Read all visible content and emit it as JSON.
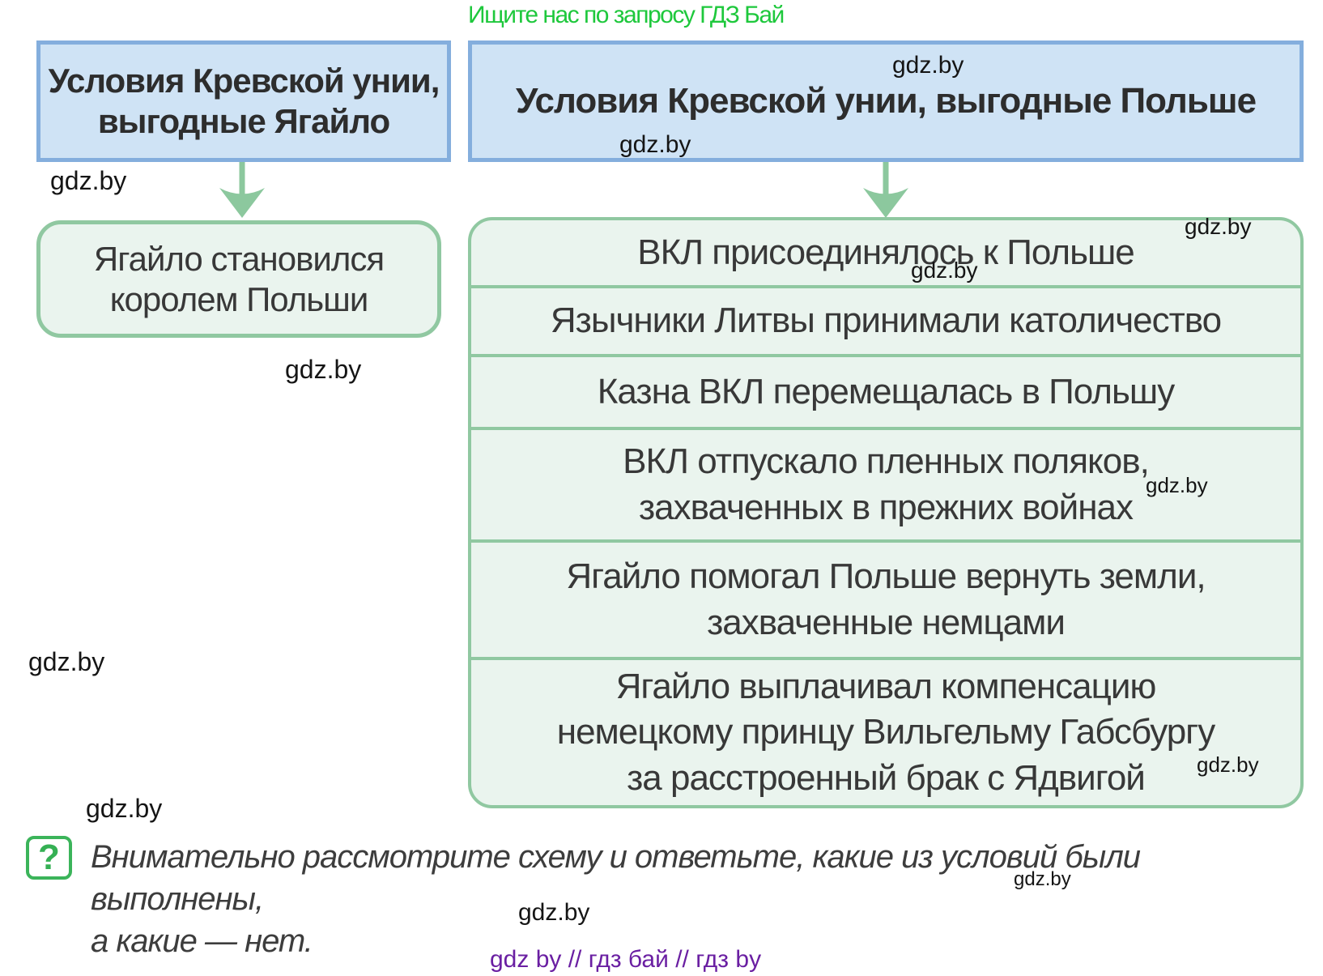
{
  "banner": {
    "text": "Ищите нас по запросу ГДЗ Бай"
  },
  "watermark": {
    "text": "gdz.by"
  },
  "diagram": {
    "left": {
      "header": {
        "line1": "Условия Кревской унии,",
        "line2": "выгодные Ягайло"
      },
      "condition": {
        "line1": "Ягайло становился",
        "line2": "королем Польши"
      }
    },
    "right": {
      "header": "Условия Кревской унии, выгодные Польше",
      "conditions": [
        {
          "lines": [
            "ВКЛ присоединялось к Польше"
          ]
        },
        {
          "lines": [
            "Язычники Литвы принимали католичество"
          ]
        },
        {
          "lines": [
            "Казна ВКЛ перемещалась в Польшу"
          ]
        },
        {
          "lines": [
            "ВКЛ отпускало пленных поляков,",
            "захваченных в прежних войнах"
          ]
        },
        {
          "lines": [
            "Ягайло помогал Польше вернуть земли,",
            "захваченные немцами"
          ]
        },
        {
          "lines": [
            "Ягайло выплачивал компенсацию",
            "немецкому принцу Вильгельму Габсбургу",
            "за расстроенный брак с Ядвигой"
          ]
        }
      ]
    }
  },
  "question": {
    "icon": "?",
    "line1": "Внимательно рассмотрите схему и ответьте, какие из условий были выполнены,",
    "line2": "а какие — нет."
  },
  "footer": {
    "text": "gdz by  //  гдз бай  //  гдз by"
  },
  "colors": {
    "blue_box_fill": "#cfe3f5",
    "blue_box_border": "#84aedd",
    "green_box_fill": "#eaf4ee",
    "green_box_border": "#90c8a1",
    "arrow_green": "#8cc89e",
    "banner_green": "#1ec83c",
    "footer_purple": "#6a1fa2",
    "question_icon_green": "#35b054",
    "text_dark": "#383838"
  }
}
